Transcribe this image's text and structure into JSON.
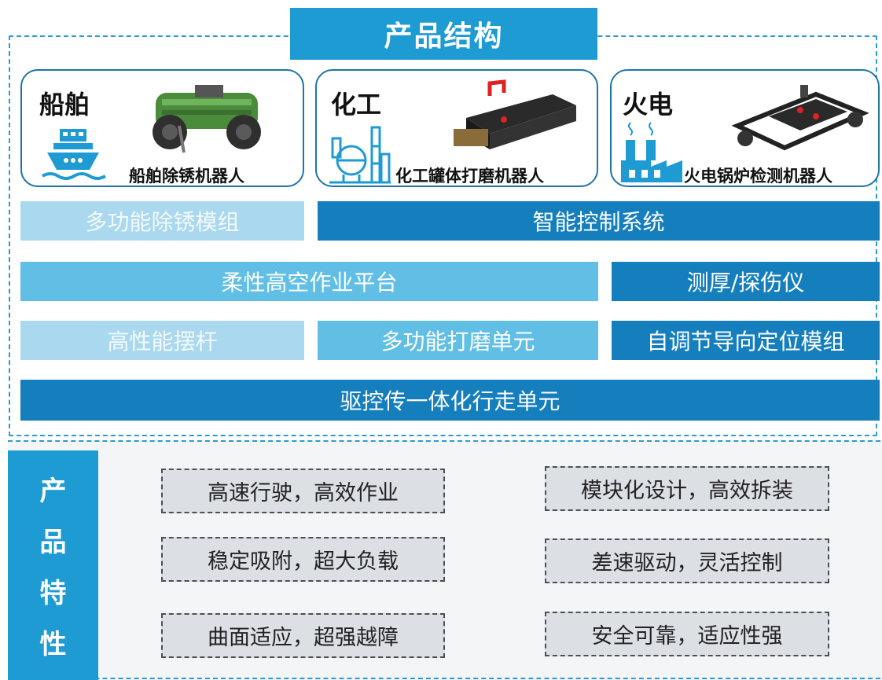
{
  "title": "产品结构",
  "cards": [
    {
      "title": "船舶",
      "subtitle": "船舶除锈机器人"
    },
    {
      "title": "化工",
      "subtitle": "化工罐体打磨机器人"
    },
    {
      "title": "火电",
      "subtitle": "火电锅炉检测机器人"
    }
  ],
  "modules": {
    "row1": [
      "多功能除锈模组",
      "智能控制系统"
    ],
    "row2": [
      "柔性高空作业平台",
      "测厚/探伤仪"
    ],
    "row3": [
      "高性能摆杆",
      "多功能打磨单元",
      "自调节导向定位模组"
    ],
    "row4": [
      "驱控传一体化行走单元"
    ]
  },
  "features_label": [
    "产",
    "品",
    "特",
    "性"
  ],
  "features": [
    "高速行驶，高效作业",
    "模块化设计，高效拆装",
    "稳定吸附，超大负载",
    "差速驱动，灵活控制",
    "曲面适应，超强越障",
    "安全可靠，适应性强"
  ],
  "colors": {
    "primary": "#1f9bd3",
    "dark": "#157fbe",
    "light": "#61bfe6",
    "pale": "#a9d8ef",
    "feature_bg": "#dcdfe4"
  }
}
